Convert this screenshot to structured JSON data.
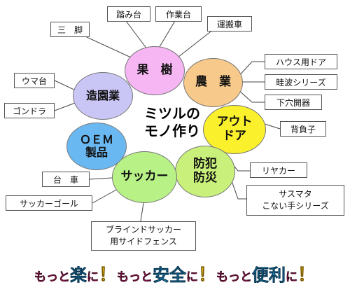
{
  "center": {
    "line1": "ミツルの",
    "line2": "モノ作り"
  },
  "circles": {
    "kaju": {
      "label": "果　樹",
      "color": "#f5b6f3"
    },
    "nogyo": {
      "label": "農　業",
      "color": "#f7c98a"
    },
    "outdoor": {
      "line1": "アウト",
      "line2": "ドア",
      "color": "#fbf02c"
    },
    "bohan": {
      "line1": "防犯",
      "line2": "防災",
      "color": "#c8f07a"
    },
    "soccer": {
      "label": "サッカー",
      "color": "#b8f287"
    },
    "oem": {
      "line1": "ＯＥＭ",
      "line2": "製品",
      "color": "#6ab8f2"
    },
    "zoen": {
      "label": "造園業",
      "color": "#c9c6f6"
    }
  },
  "tags": {
    "sankyaku": "三　脚",
    "fumidai": "踏み台",
    "sagyodai": "作業台",
    "unpansha": "運搬車",
    "housedoor": "ハウス用ドア",
    "azenami": "畦波シリーズ",
    "shitaana": "下穴開器",
    "shoiko": "背負子",
    "riyaka": "リヤカー",
    "sasumata_line1": "サスマタ",
    "sasumata_line2": "こない手シリーズ",
    "daisha": "台　車",
    "soccergoal": "サッカーゴール",
    "blind_line1": "ブラインドサッカー",
    "blind_line2": "用サイドフェンス",
    "umadai": "ウマ台",
    "gondola": "ゴンドラ"
  },
  "slogan": {
    "p1": "もっと",
    "w1": "楽",
    "p2": "に",
    "ex1": "！",
    "p3": "もっと",
    "w2": "安全",
    "p4": "に",
    "ex2": "！",
    "p5": "もっと",
    "w3": "便利",
    "p6": "に",
    "ex3": "！"
  }
}
